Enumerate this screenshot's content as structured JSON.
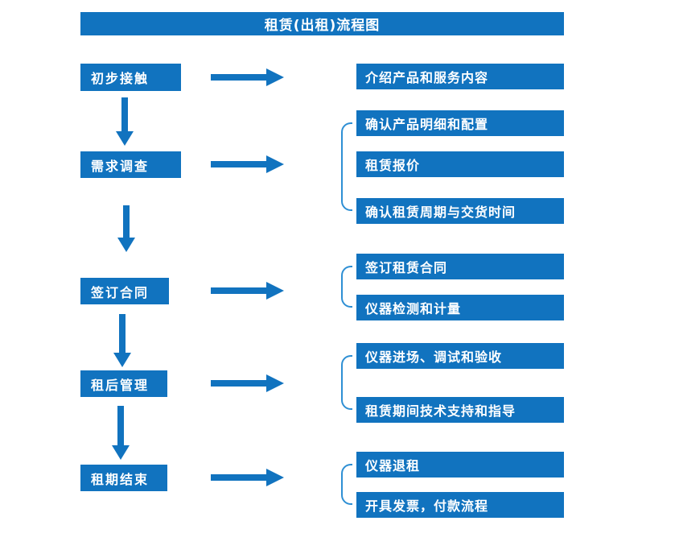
{
  "title": "租赁(出租)流程图",
  "colors": {
    "primary": "#1173BF",
    "bracket": "#2E8FD4",
    "text": "#FFFFFF"
  },
  "stages": [
    {
      "label": "初步接触",
      "details": [
        "介绍产品和服务内容"
      ]
    },
    {
      "label": "需求调查",
      "details": [
        "确认产品明细和配置",
        "租赁报价",
        "确认租赁周期与交货时间"
      ]
    },
    {
      "label": "签订合同",
      "details": [
        "签订租赁合同",
        "仪器检测和计量"
      ]
    },
    {
      "label": "租后管理",
      "details": [
        "仪器进场、调试和验收",
        "租赁期间技术支持和指导"
      ]
    },
    {
      "label": "租期结束",
      "details": [
        "仪器退租",
        "开具发票，付款流程"
      ]
    }
  ]
}
